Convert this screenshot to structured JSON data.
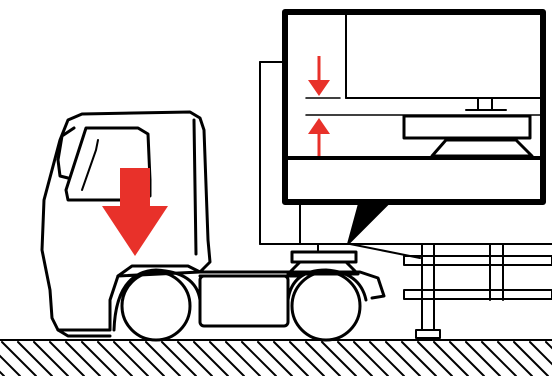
{
  "diagram": {
    "type": "illustration",
    "subject": "truck-tractor-coupling-with-trailer",
    "callout": "magnified-detail-of-fifth-wheel-gap",
    "colors": {
      "line": "#000000",
      "background": "#ffffff",
      "accent_red": "#e8312a"
    },
    "icons": {
      "downward_force": "down-arrow-icon",
      "gap_indicator": "vertical-gap-arrows-icon"
    }
  }
}
